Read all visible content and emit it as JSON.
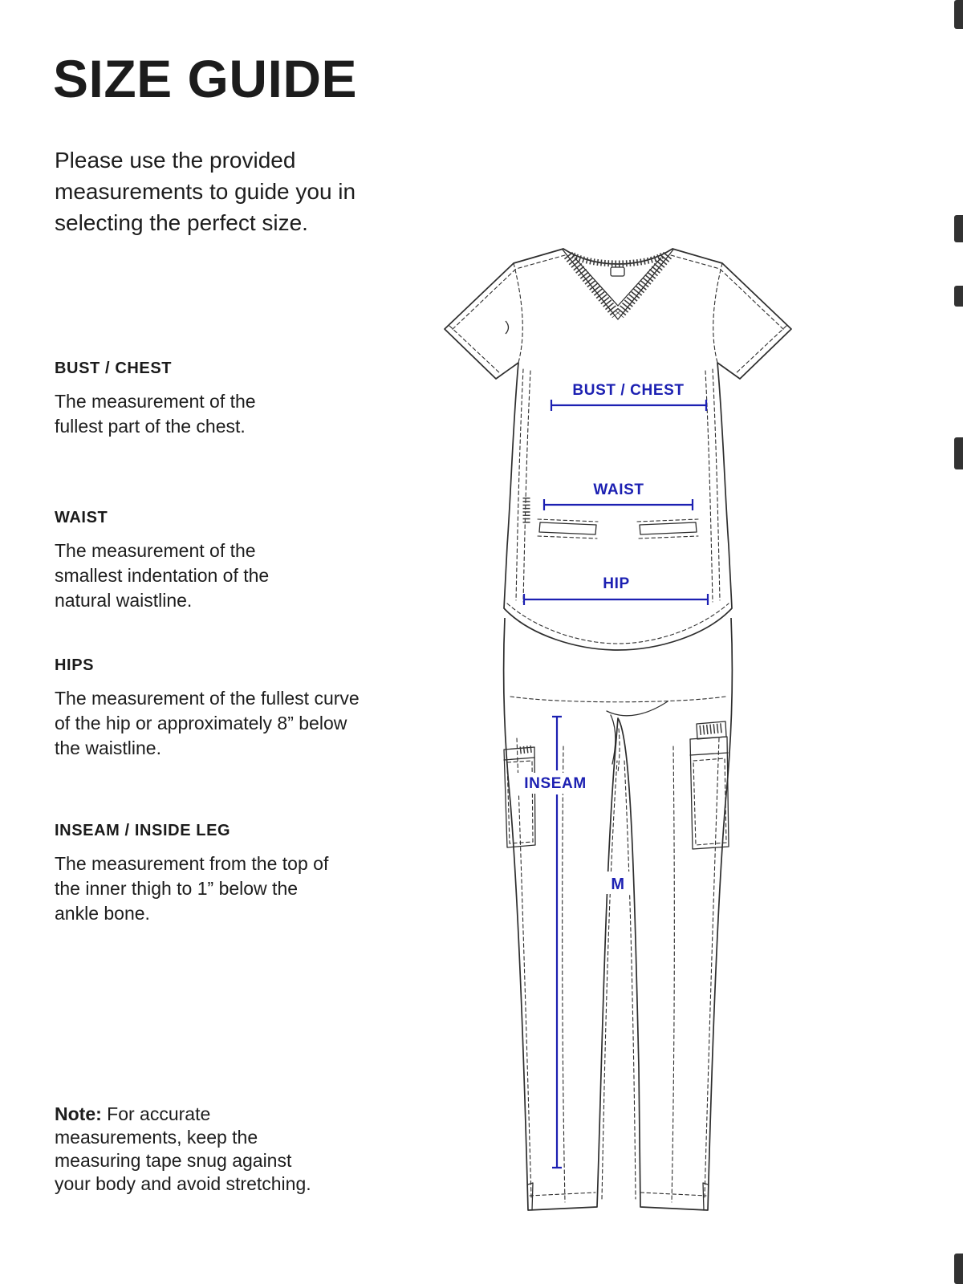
{
  "page": {
    "title": "SIZE GUIDE",
    "intro": "Please use the provided measurements to guide you in selecting the perfect size."
  },
  "sections": [
    {
      "heading": "BUST / CHEST",
      "body": "The measurement of the fullest part of the chest."
    },
    {
      "heading": "WAIST",
      "body": "The measurement of the smallest indentation of the natural waistline."
    },
    {
      "heading": "HIPS",
      "body": "The measurement of the fullest curve of the hip or approximately 8” below the waistline."
    },
    {
      "heading": "INSEAM / INSIDE LEG",
      "body": "The measurement from the top of the inner thigh to 1” below the ankle bone."
    }
  ],
  "note": {
    "label": "Note:",
    "rest": "For accurate",
    "lines": [
      "measurements, keep the",
      "measuring tape snug against",
      "your body and avoid stretching."
    ]
  },
  "diagram": {
    "labels": {
      "bust": "BUST / CHEST",
      "waist": "WAIST",
      "hip": "HIP",
      "inseam": "INSEAM",
      "size": "M"
    },
    "accent_color": "#1c20b2",
    "line_color": "#2d2d2d"
  }
}
